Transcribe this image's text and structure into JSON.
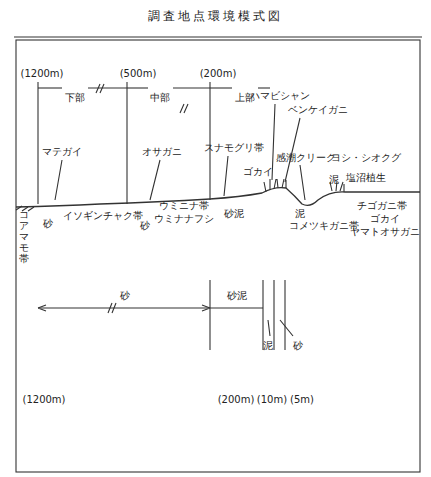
{
  "diagram": {
    "title": "調査地点環境模式図",
    "labels": [
      "(1200m)",
      "(500m)",
      "(200m)",
      "下部",
      "中部",
      "上部",
      "マテガイ",
      "オサガニ",
      "スナモグリ帯",
      "ハマビシャン",
      "ベンケイガニ",
      "感潮クリーク",
      "ヨシ・シオクグ",
      "ゴカイ",
      "塩沼植生",
      "泥",
      "コアマモ帯",
      "砂",
      "イソギンチャク帯",
      "砂",
      "ウミニナ帯",
      "ウミナナフシ",
      "砂泥",
      "コメツキガニ帯",
      "泥",
      "チゴガニ帯",
      "ゴカイ",
      "ヤマトオサガニ",
      "砂",
      "砂泥",
      "泥",
      "砂",
      "(1200m)",
      "(200m)",
      "(10m)",
      "(5m)"
    ]
  }
}
